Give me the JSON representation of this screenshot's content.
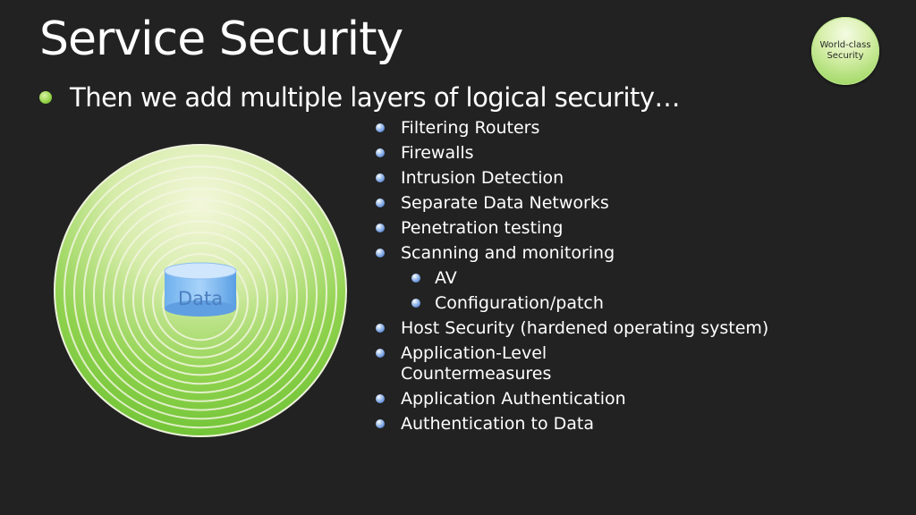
{
  "slide": {
    "title": "Service Security",
    "badge": "World-class Security",
    "main_bullet": "Then we add multiple layers of logical security…"
  },
  "diagram": {
    "center_label": "Data",
    "ring_count": 11
  },
  "list": [
    {
      "text": "Filtering Routers",
      "level": 1
    },
    {
      "text": "Firewalls",
      "level": 1
    },
    {
      "text": "Intrusion Detection",
      "level": 1
    },
    {
      "text": "Separate Data Networks",
      "level": 1
    },
    {
      "text": "Penetration testing",
      "level": 1
    },
    {
      "text": "Scanning and monitoring",
      "level": 1
    },
    {
      "text": "AV",
      "level": 2
    },
    {
      "text": "Configuration/patch",
      "level": 2
    },
    {
      "text": "Host Security (hardened operating system)",
      "level": 1
    },
    {
      "text": "Application-Level",
      "level": 1
    },
    {
      "text": "Countermeasures",
      "level": 1
    },
    {
      "text": "Application Authentication",
      "level": 1
    },
    {
      "text": "Authentication to Data",
      "level": 1
    }
  ]
}
